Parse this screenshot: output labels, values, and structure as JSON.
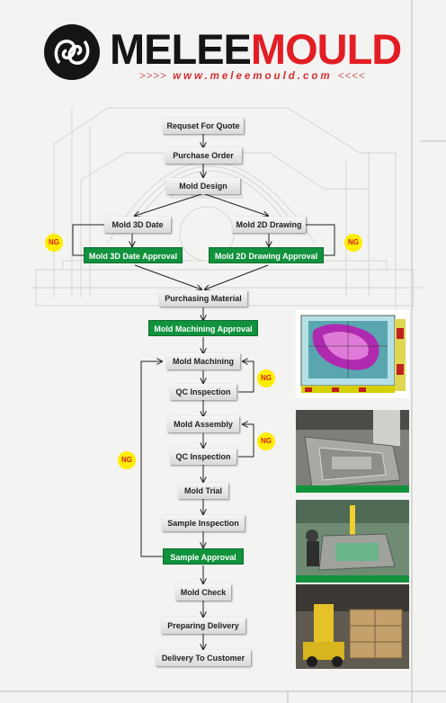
{
  "header": {
    "brand_dark": "MELEE",
    "brand_red": "MOULD",
    "tagline_left": ">>>>",
    "tagline_url": "www.meleemould.com",
    "tagline_right": "<<<<"
  },
  "flow": {
    "request_quote": "Requset For Quote",
    "purchase_order": "Purchase Order",
    "mold_design": "Mold Design",
    "mold_3d_date": "Mold 3D Date",
    "mold_2d_drawing": "Mold 2D Drawing",
    "mold_3d_approval": "Mold 3D Date Approval",
    "mold_2d_approval": "Mold 2D Drawing  Approval",
    "purchasing_material": "Purchasing Material",
    "machining_approval": "Mold Machining Approval",
    "mold_machining": "Mold Machining",
    "qc_inspection_1": "QC Inspection",
    "mold_assembly": "Mold Assembly",
    "qc_inspection_2": "QC Inspection",
    "mold_trial": "Mold Trial",
    "sample_inspection": "Sample Inspection",
    "sample_approval": "Sample Approval",
    "mold_check": "Mold Check",
    "preparing_delivery": "Preparing Delivery",
    "delivery_to_customer": "Delivery To Customer"
  },
  "ng_label": "NG",
  "colors": {
    "brand_red": "#e21e25",
    "approval_green": "#11923d",
    "ng_yellow": "#ffed00",
    "ng_text": "#d42020"
  }
}
